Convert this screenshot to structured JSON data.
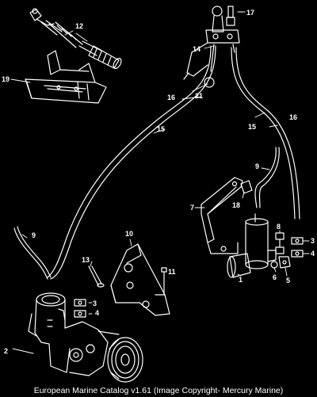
{
  "labels": {
    "c1": "1",
    "c2": "2",
    "c3a": "3",
    "c3b": "3",
    "c4a": "4",
    "c4b": "4",
    "c5": "5",
    "c6": "6",
    "c7": "7",
    "c8": "8",
    "c9a": "9",
    "c9b": "9",
    "c10": "10",
    "c11": "11",
    "c12": "12",
    "c13": "13",
    "c14": "14",
    "c15a": "15",
    "c15b": "15",
    "c16a": "16",
    "c16b": "16",
    "c17": "17",
    "c18": "18",
    "c19": "19",
    "c21": "21"
  },
  "footer": "European Marine Catalog v1.61 (Image Copyright- Mercury Marine)",
  "colors": {
    "background": "#000000",
    "line": "#ffffff"
  }
}
